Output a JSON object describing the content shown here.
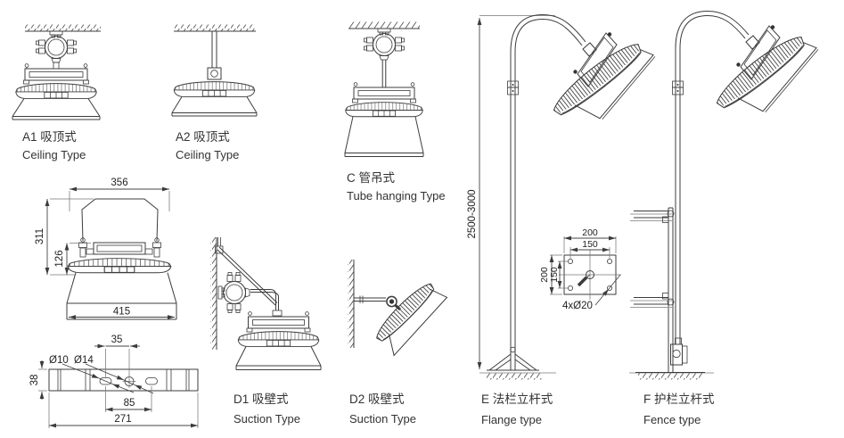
{
  "figures": {
    "a1": {
      "code": "A1 吸顶式",
      "type": "Ceiling Type"
    },
    "a2": {
      "code": "A2 吸顶式",
      "type": "Ceiling Type"
    },
    "c": {
      "code": "C 管吊式",
      "type": "Tube hanging Type"
    },
    "d1": {
      "code": "D1 吸壁式",
      "type": "Suction Type"
    },
    "d2": {
      "code": "D2 吸壁式",
      "type": "Suction Type"
    },
    "e": {
      "code": "E 法栏立杆式",
      "type": "Flange type"
    },
    "f": {
      "code": "F 护栏立杆式",
      "type": "Fence type"
    }
  },
  "dimensions": {
    "front": {
      "top_width": "356",
      "overall_height": "311",
      "body_height": "126",
      "bottom_width": "415"
    },
    "plate": {
      "slot_offset": "35",
      "slot_dia": "Ø10",
      "center_hole_dia": "Ø14",
      "height": "38",
      "slot_spacing": "85",
      "length": "271"
    },
    "pole": {
      "height_range": "2500-3000"
    },
    "flange": {
      "width": "200",
      "bolt_span_h": "150",
      "height": "200",
      "bolt_span_v": "150",
      "bolt_note": "4xØ20"
    }
  },
  "colors": {
    "line": "#3c3c3c",
    "dim": "#444444",
    "gray": "#9b9b9b",
    "background": "#ffffff"
  }
}
